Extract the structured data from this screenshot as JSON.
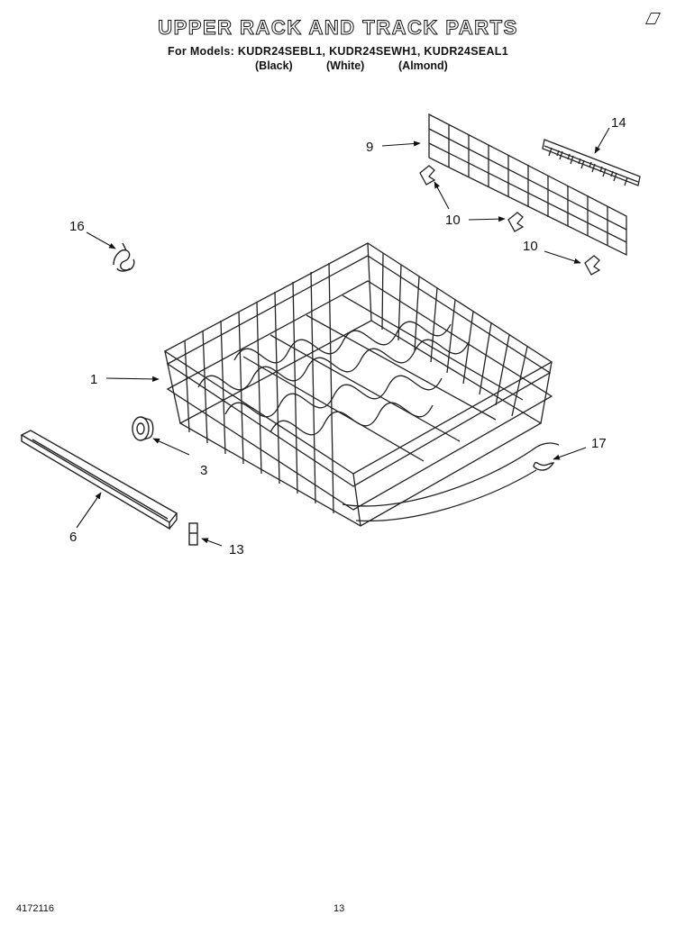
{
  "header": {
    "title": "UPPER RACK AND TRACK PARTS",
    "models_line": "For Models: KUDR24SEBL1, KUDR24SEWH1, KUDR24SEAL1",
    "colors": [
      "(Black)",
      "(White)",
      "(Almond)"
    ]
  },
  "callouts": [
    {
      "id": "1",
      "label": "1"
    },
    {
      "id": "3",
      "label": "3"
    },
    {
      "id": "6",
      "label": "6"
    },
    {
      "id": "9",
      "label": "9"
    },
    {
      "id": "10a",
      "label": "10"
    },
    {
      "id": "10b",
      "label": "10"
    },
    {
      "id": "13",
      "label": "13"
    },
    {
      "id": "14",
      "label": "14"
    },
    {
      "id": "16",
      "label": "16"
    },
    {
      "id": "17",
      "label": "17"
    }
  ],
  "footer": {
    "doc_number": "4172116",
    "page_number": "13"
  }
}
